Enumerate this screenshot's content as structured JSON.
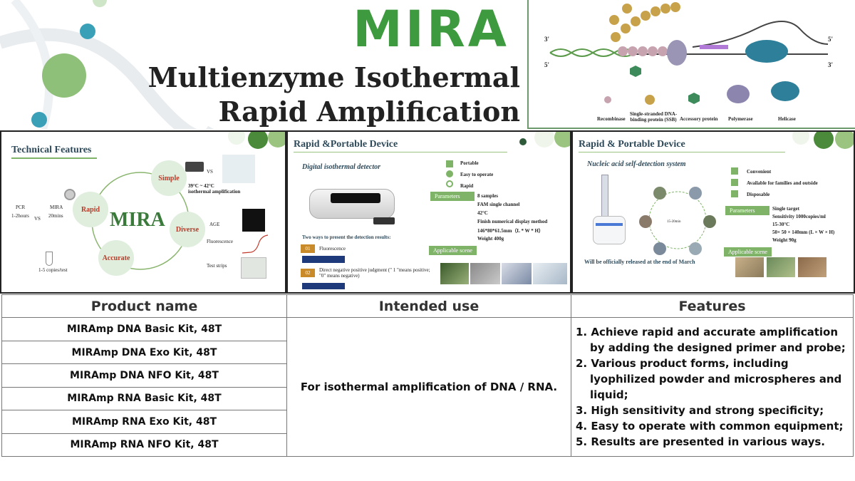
{
  "hero": {
    "brand": "MIRA",
    "title_line1": "Multienzyme Isothermal",
    "title_line2": "Rapid Amplification",
    "colors": {
      "brand": "#3e9a3e",
      "title": "#222222"
    }
  },
  "diagram": {
    "end_3_left": "3'",
    "end_5_left": "5'",
    "end_5_right": "5'",
    "end_3_right": "3'",
    "legend": [
      {
        "label": "Recombinase",
        "icon": "small-circle-icon"
      },
      {
        "label": "Single-stranded DNA-binding protein (SSB)",
        "icon": "bead-icon"
      },
      {
        "label": "Accessory protein",
        "icon": "hexagon-icon"
      },
      {
        "label": "Polymerase",
        "icon": "oval-icon"
      },
      {
        "label": "Helicase",
        "icon": "barrel-icon"
      }
    ]
  },
  "panel1": {
    "title": "Technical Features",
    "center": "MIRA",
    "features": [
      "Simple",
      "Rapid",
      "Diverse",
      "Accurate"
    ],
    "pcr": "PCR",
    "pcr_time": "1-2hours",
    "vs": "VS",
    "mira": "MIRA",
    "mira_time": "20mins",
    "vs2": "VS",
    "temp": "39°C ~ 42°C",
    "temp_note": "isothermal amplification",
    "age": "AGE",
    "fluorescence": "Fluorescence",
    "strips": "Test strips",
    "copies": "1-5 copies/test"
  },
  "panel2": {
    "title": "Rapid &Portable Device",
    "subtitle": "Digital isothermal detector",
    "badges": [
      "Portable",
      "Easy to operate",
      "Rapid"
    ],
    "params_label": "Parameters",
    "params": [
      "8 samples",
      "FAM single channel",
      "42°C",
      "Finish numerical display method",
      "146*80*61.5mm（L * W * H）",
      "Weight 400g"
    ],
    "ways_title": "Two ways to present the detection results:",
    "way1_num": "01",
    "way1": "Fluorescence",
    "way2_num": "02",
    "way2": "Direct negative positive judgment (\" 1 \"means positive; \"0\" means negative)",
    "scene_label": "Applicable scene"
  },
  "panel3": {
    "title": "Rapid & Portable Device",
    "subtitle": "Nucleic acid self-detection system",
    "badges": [
      "Convenient",
      "Available for families and outside",
      "Disposable"
    ],
    "params_label": "Parameters",
    "params": [
      "Single target",
      "Sensitivity 1000copies/ml",
      "15-30°C",
      "50× 50 × 140mm (L × W × H)",
      "Weight 90g"
    ],
    "time_label": "15-20min",
    "release": "Will be officially released at the end of March",
    "scene_label": "Applicable scene"
  },
  "table": {
    "headers": [
      "Product name",
      "Intended use",
      "Features"
    ],
    "products": [
      "MIRAmp DNA Basic Kit, 48T",
      "MIRAmp DNA Exo Kit, 48T",
      "MIRAmp DNA NFO Kit, 48T",
      "MIRAmp RNA Basic Kit, 48T",
      "MIRAmp RNA Exo Kit, 48T",
      "MIRAmp RNA NFO Kit, 48T"
    ],
    "intended_use": "For isothermal amplification of DNA / RNA.",
    "features": [
      "1. Achieve rapid and accurate amplification by adding the designed primer and probe;",
      "2. Various product forms, including lyophilized powder and microspheres and liquid;",
      "3. High sensitivity and strong specificity;",
      "4. Easy to operate with common equipment;",
      "5. Results are presented in various ways."
    ]
  }
}
